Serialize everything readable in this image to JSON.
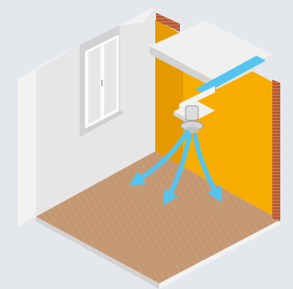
{
  "scene": {
    "subject": "isometric-room-cutaway",
    "elements": [
      "floor",
      "left-wall",
      "window",
      "back-wall",
      "right-wall",
      "brick-edges",
      "ceiling-duct",
      "diffuser",
      "airflow-arrows"
    ]
  },
  "colors": {
    "background": "#e4e7ec",
    "wall_light": "#e6e6e6",
    "wall_shade": "#d2d2d2",
    "wall_side": "#f2f2f2",
    "back_wall": "#f6ad00",
    "back_wall_dark": "#e59a00",
    "floor": "#c79a76",
    "floor_line": "#b88a66",
    "brick": "#b85a36",
    "brick_line": "#d98b65",
    "duct": "#f0f0f0",
    "airflow": "#55c4ee"
  }
}
